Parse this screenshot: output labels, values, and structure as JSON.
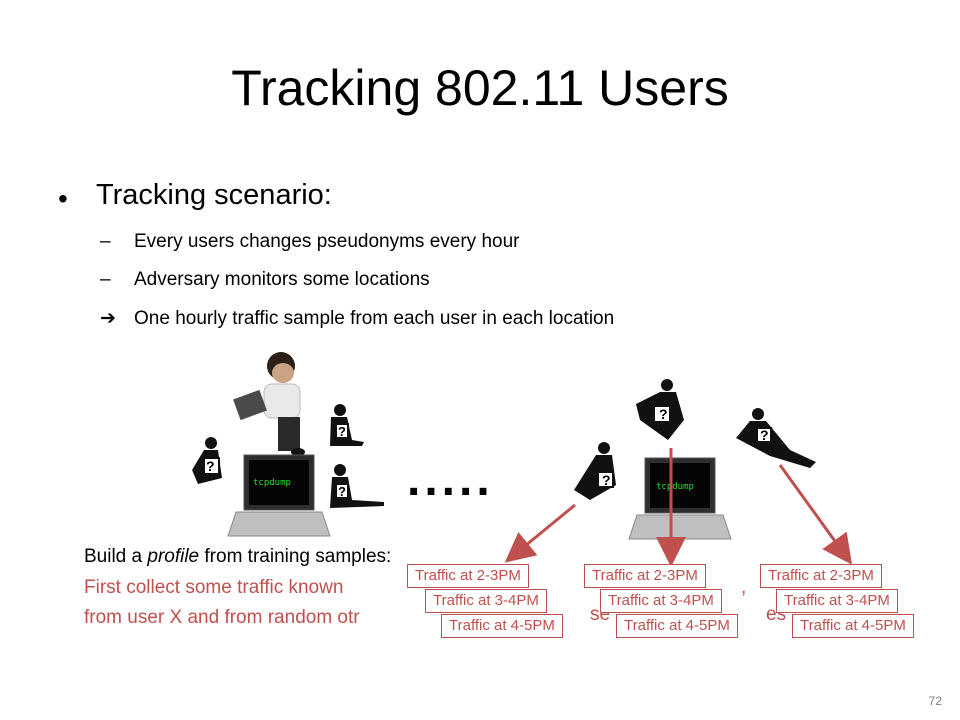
{
  "slide": {
    "title": "Tracking 802.11 Users",
    "bullet": "Tracking scenario:",
    "subbullets": [
      "Every users changes pseudonyms every hour",
      "Adversary monitors some locations",
      "One hourly traffic sample from each user in each location"
    ],
    "sub_markers": [
      "–",
      "–",
      "➔"
    ],
    "profile": {
      "line1_prefix": "Build a ",
      "line1_italic": "profile",
      "line1_suffix": " from training samples:",
      "line2": "First collect some traffic known",
      "line2_tail": ",",
      "line3": "from user X and from random otr",
      "line3_mid": "se",
      "line3_tail": "es"
    },
    "ellipsis": ".....",
    "laptop_label": "tcpdump",
    "laptop_label_2": "tcpdump",
    "question_mark": "?",
    "traffic_columns": [
      [
        "Traffic at 2-3PM",
        "Traffic at 3-4PM",
        "Traffic at 4-5PM"
      ],
      [
        "Traffic at 2-3PM",
        "Traffic at 3-4PM",
        "Traffic at 4-5PM"
      ],
      [
        "Traffic at 2-3PM",
        "Traffic at 3-4PM",
        "Traffic at 4-5PM"
      ]
    ],
    "page_number": "72"
  },
  "colors": {
    "accent": "#c0504d",
    "green_text": "#22dd33"
  }
}
